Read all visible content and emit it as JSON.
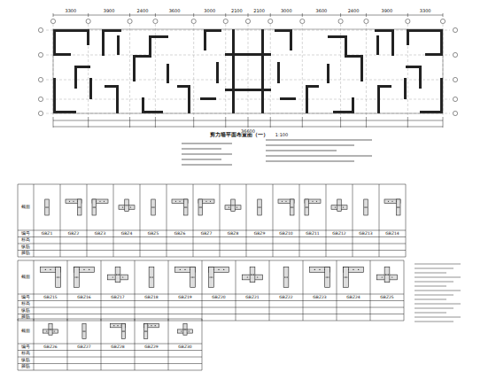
{
  "diagram": {
    "title": "剪力墙平面布置图（一）",
    "labels": [
      "1:100",
      "3300",
      "3900",
      "2400",
      "3600",
      "3000",
      "2100",
      "2100",
      "3000",
      "3600",
      "2400",
      "3900",
      "3300",
      "36600",
      "截面",
      "编号",
      "标高",
      "纵筋",
      "箍筋",
      "GBZ1",
      "GBZ2",
      "GBZ3",
      "GBZ4",
      "GBZ5",
      "GBZ6",
      "GBZ7",
      "GBZ8",
      "GBZ9",
      "GBZ10",
      "GBZ11",
      "GBZ12",
      "GBZ13",
      "GBZ14",
      "截面",
      "编号",
      "标高",
      "纵筋",
      "箍筋",
      "GBZ15",
      "GBZ16",
      "GBZ17",
      "GBZ18",
      "GBZ19",
      "GBZ20",
      "GBZ21",
      "GBZ22",
      "GBZ23",
      "GBZ24",
      "GBZ25",
      "截面",
      "编号",
      "标高",
      "纵筋",
      "箍筋",
      "GBZ26",
      "GBZ27",
      "GBZ28",
      "GBZ29",
      "GBZ30"
    ]
  }
}
